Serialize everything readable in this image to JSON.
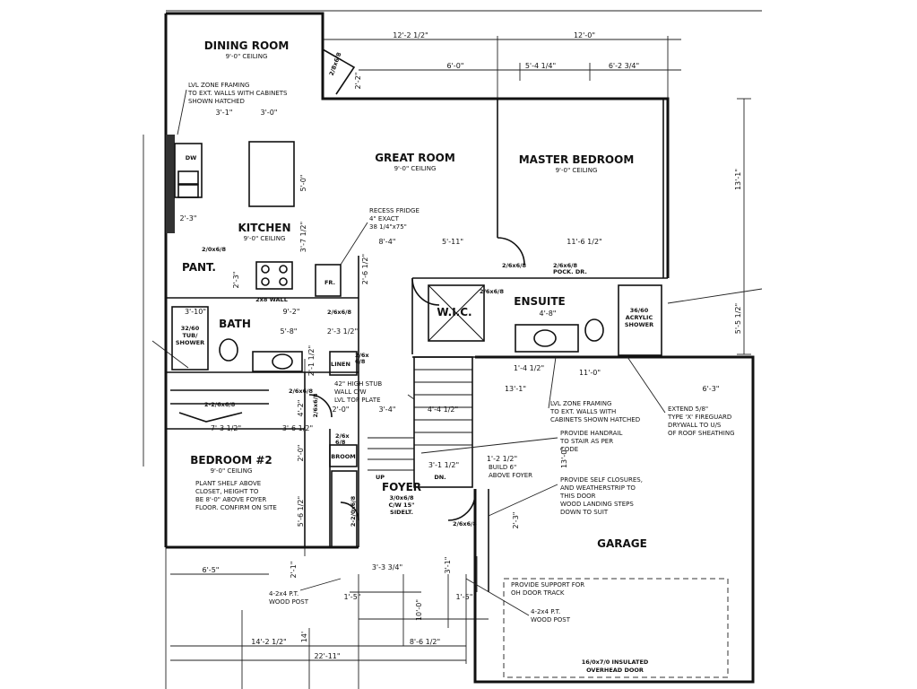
{
  "rooms": {
    "dining": {
      "name": "DINING ROOM",
      "ceiling": "9'-0\" CEILING"
    },
    "great": {
      "name": "GREAT ROOM",
      "ceiling": "9'-0\" CEILING"
    },
    "master": {
      "name": "MASTER BEDROOM",
      "ceiling": "9'-0\" CEILING"
    },
    "kitchen": {
      "name": "KITCHEN",
      "ceiling": "9'-0\" CEILING"
    },
    "pantry": {
      "name": "PANT."
    },
    "bath": {
      "name": "BATH"
    },
    "ensuite": {
      "name": "ENSUITE"
    },
    "wic": {
      "name": "W.I.C."
    },
    "bedroom2": {
      "name": "BEDROOM #2",
      "ceiling": "9'-0\" CEILING"
    },
    "foyer": {
      "name": "FOYER",
      "door_line1": "3/0x6/8",
      "door_line2": "C/W 15\"",
      "door_line3": "SIDELT."
    },
    "garage": {
      "name": "GARAGE"
    },
    "linen": {
      "name": "LINEN"
    },
    "broom": {
      "name": "BROOM"
    }
  },
  "fixtures": {
    "dw": "DW",
    "fr": "FR.",
    "tub_line1": "32/60",
    "tub_line2": "TUB/",
    "tub_line3": "SHOWER",
    "shower_line1": "36/60",
    "shower_line2": "ACRYLIC",
    "shower_line3": "SHOWER",
    "up": "UP",
    "dn": "DN.",
    "wall_2x8": "2x8 WALL",
    "door_overhead_line1": "16/0x7/0 INSULATED",
    "door_overhead_line2": "OVERHEAD DOOR"
  },
  "doors": {
    "d1": "2/8x6/8",
    "d2": "2/0x6/8",
    "d3": "2/6x6/8",
    "d4": "2/6x6/8",
    "d5_line1": "2/6x6/8",
    "d5_line2": "POCK. DR.",
    "d6": "2/6x6/8",
    "d7": "2/6x6/8",
    "d8": "2/6x6/8",
    "d9": "2-2/6x6/8",
    "d10": "2-2/0x6/8",
    "d11": "2/6x6/8",
    "d12_line1": "2/6x",
    "d12_line2": "6/8",
    "d13_line1": "2/6x",
    "d13_line2": "6/8"
  },
  "dimensions": {
    "top_1": "12'-2 1/2\"",
    "top_2": "12'-0\"",
    "top_3": "6'-0\"",
    "top_4": "5'-4 1/4\"",
    "top_5": "6'-2 3/4\"",
    "k_1": "3'-1\"",
    "k_2": "3'-0\"",
    "k_3": "5'-0\"",
    "k_4": "3'-7 1/2\"",
    "k_5": "2'-3\"",
    "k_6": "2'-2\"",
    "mid_1": "8'-4\"",
    "mid_2": "5'-11\"",
    "mid_3": "11'-6 1/2\"",
    "right_1": "13'-1\"",
    "right_2": "5'-5 1/2\"",
    "b_1": "3'-10\"",
    "b_2": "9'-2\"",
    "b_3": "5'-8\"",
    "b_4": "2'-3 1/2\"",
    "b_5": "2'-6 1/2\"",
    "b_6": "2'-1 1/2\"",
    "b_7": "2'-3\"",
    "e_1": "4'-8\"",
    "g_1": "1'-4 1/2\"",
    "g_2": "11'-0\"",
    "g_3": "13'-1\"",
    "g_4": "6'-3\"",
    "s_1": "4'-4 1/2\"",
    "s_2": "3'-4\"",
    "s_3": "2'-0\"",
    "s_4": "7'-3 1/2\"",
    "s_5": "3'-6 1/2\"",
    "s_6": "4'-2\"",
    "s_7": "2'-0\"",
    "s_8": "5'-6 1/2\"",
    "f_1": "3'-1 1/2\"",
    "f_2": "1'-2 1/2\"",
    "f_3": "3'-3 3/4\"",
    "f_4": "3'-1\"",
    "f_5": "2'-3\"",
    "f_6": "13'-0\"",
    "l_1": "6'-5\"",
    "l_2": "2'-1\"",
    "l_3": "1'-5\"",
    "l_4": "10'-0\"",
    "l_5": "1'-5\"",
    "l_6": "14'-2 1/2\"",
    "l_7": "8'-6 1/2\"",
    "l_8": "22'-11\"",
    "l_9": "14'"
  },
  "notes": {
    "lvl_top_1": "LVL ZONE FRAMING",
    "lvl_top_2": "TO EXT. WALLS WITH CABINETS",
    "lvl_top_3": "SHOWN HATCHED",
    "fridge_1": "RECESS FRIDGE",
    "fridge_2": "4\" EXACT",
    "fridge_3": "38 1/4\"x75\"",
    "stub_1": "42\" HIGH STUB",
    "stub_2": "WALL C/W",
    "stub_3": "LVL TOP PLATE",
    "lvl_mid_1": "LVL ZONE FRAMING",
    "lvl_mid_2": "TO EXT. WALLS WITH",
    "lvl_mid_3": "CABINETS SHOWN HATCHED",
    "fire_1": "EXTEND 5/8\"",
    "fire_2": "TYPE 'X' FIREGUARD",
    "fire_3": "DRYWALL TO U/S",
    "fire_4": "OF ROOF SHEATHING",
    "hand_1": "PROVIDE HANDRAIL",
    "hand_2": "TO STAIR AS PER",
    "hand_3": "CODE",
    "build_1": "BUILD 6\"",
    "build_2": "ABOVE FOYER",
    "close_1": "PROVIDE SELF CLOSURES,",
    "close_2": "AND WEATHERSTRIP TO",
    "close_3": "THIS DOOR",
    "close_4": "WOOD LANDING STEPS",
    "close_5": "DOWN TO SUIT",
    "plant_1": "PLANT SHELF ABOVE",
    "plant_2": "CLOSET, HEIGHT TO",
    "plant_3": "BE 8'-0\" ABOVE FOYER",
    "plant_4": "FLOOR. CONFIRM ON SITE",
    "post_l_1": "4-2x4 P.T.",
    "post_l_2": "WOOD POST",
    "post_r_1": "4-2x4 P.T.",
    "post_r_2": "WOOD POST",
    "oh_1": "PROVIDE SUPPORT FOR",
    "oh_2": "OH DOOR TRACK"
  }
}
